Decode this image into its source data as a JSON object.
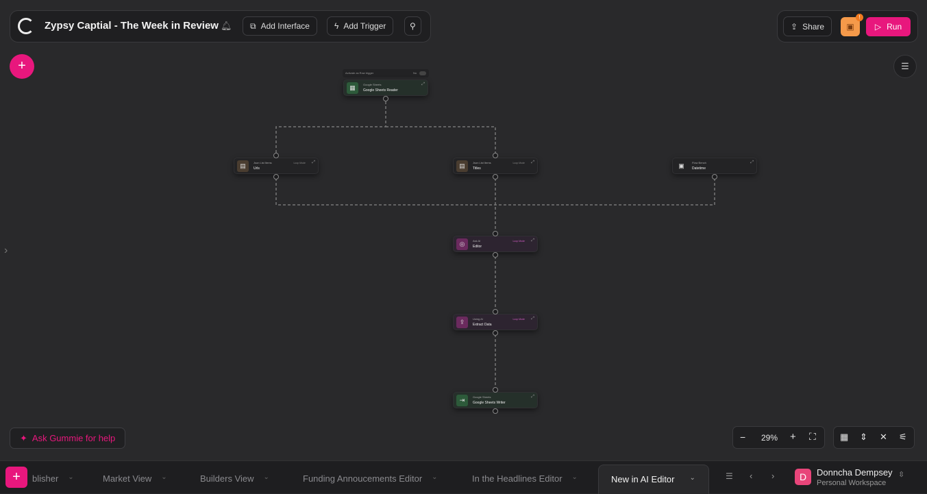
{
  "header": {
    "title": "Zypsy Captial - The Week in Review",
    "add_interface": "Add Interface",
    "add_trigger": "Add Trigger",
    "share": "Share",
    "save_badge": "!",
    "run": "Run"
  },
  "trigger_bar": {
    "label": "Activate as Row trigger",
    "toggle": "No"
  },
  "nodes": [
    {
      "service": "Google Sheets",
      "name": "Google Sheets Reader",
      "mode": ""
    },
    {
      "service": "Json List Items",
      "name": "Urls",
      "mode": "Loop Mode"
    },
    {
      "service": "Json List Items",
      "name": "Titles",
      "mode": "Loop Mode"
    },
    {
      "service": "Flow Bench",
      "name": "Datetime",
      "mode": ""
    },
    {
      "service": "Ask AI",
      "name": "Editor",
      "mode": "Loop Mode"
    },
    {
      "service": "Using AI",
      "name": "Extract Data",
      "mode": "Loop Mode"
    },
    {
      "service": "Google Sheets",
      "name": "Google Sheets Writer",
      "mode": ""
    }
  ],
  "help": "Ask Gummie for help",
  "zoom": "29%",
  "tabs": [
    "blisher",
    "Market View",
    "Builders View",
    "Funding Annoucements Editor",
    "In the Headlines Editor",
    "New in AI Editor"
  ],
  "user": {
    "initial": "D",
    "name": "Donncha Dempsey",
    "workspace": "Personal Workspace"
  },
  "colors": {
    "accent": "#e8177d",
    "save": "#f59a4a"
  }
}
